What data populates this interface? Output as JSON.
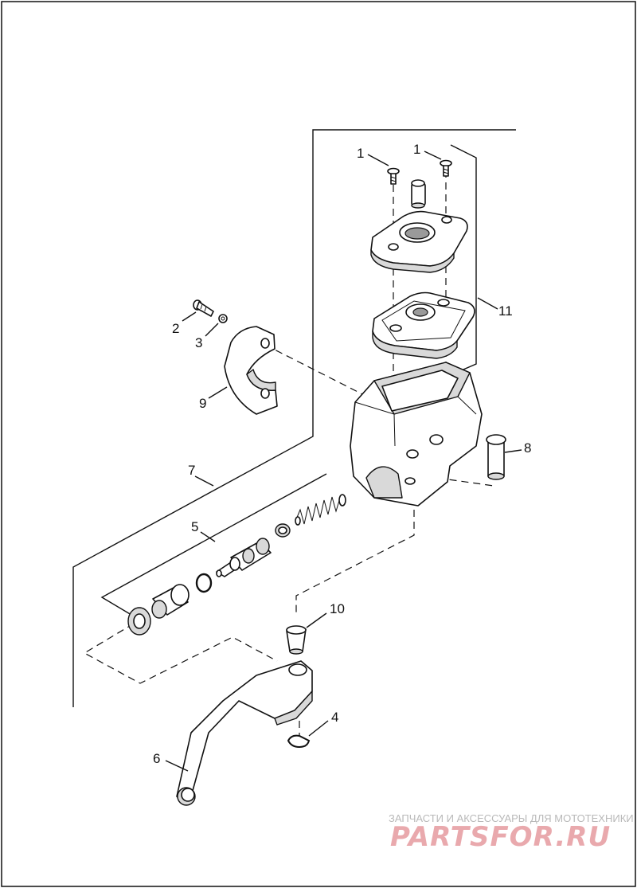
{
  "callouts": [
    "1",
    "1",
    "2",
    "3",
    "4",
    "5",
    "6",
    "7",
    "8",
    "9",
    "10",
    "11"
  ],
  "watermark": {
    "tagline": "ЗАПЧАСТИ И АКСЕССУАРЫ ДЛЯ МОТОТЕХНИКИ",
    "brand": "PARTSFOR.RU",
    "brand_color": "#e9a9ad"
  }
}
